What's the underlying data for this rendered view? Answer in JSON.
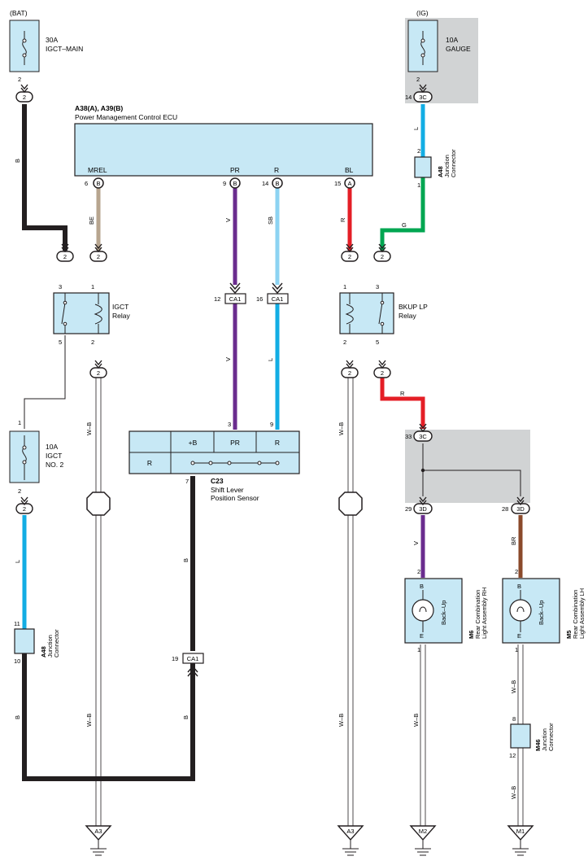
{
  "power": {
    "bat": "(BAT)",
    "ig": "(IG)"
  },
  "fuses": {
    "igct_main": {
      "amp": "30A",
      "name": "IGCT–MAIN",
      "pin_out": "2"
    },
    "gauge": {
      "amp": "10A",
      "name": "GAUGE",
      "pin_out": "2"
    },
    "igct_no2": {
      "amp": "10A",
      "name1": "IGCT",
      "name2": "NO. 2",
      "pin_in": "1",
      "pin_out": "2"
    }
  },
  "ecu": {
    "code": "A38(A), A39(B)",
    "name": "Power Management Control ECU",
    "pins": [
      {
        "label": "MREL",
        "num": "6",
        "conn": "B"
      },
      {
        "label": "PR",
        "num": "9",
        "conn": "B"
      },
      {
        "label": "R",
        "num": "14",
        "conn": "B"
      },
      {
        "label": "BL",
        "num": "15",
        "conn": "A"
      }
    ]
  },
  "wires": {
    "b": "B",
    "be": "BE",
    "v": "V",
    "sb": "SB",
    "r": "R",
    "l": "L",
    "g": "G",
    "wb": "W–B",
    "br": "BR"
  },
  "relays": {
    "igct": {
      "name": "IGCT",
      "sub": "Relay",
      "pins": [
        "3",
        "1",
        "5",
        "2"
      ]
    },
    "bkup": {
      "name": "BKUP LP",
      "sub": "Relay",
      "pins": [
        "1",
        "3",
        "2",
        "5"
      ]
    }
  },
  "connectors": {
    "c2": "2",
    "c3c": "3C",
    "c3d": "3D",
    "ca1": "CA1",
    "ca1_12": "12",
    "ca1_16": "16",
    "ca1_19": "19",
    "j3c_14": "14",
    "j3c_33": "33",
    "j3d_29": "29",
    "j3d_28": "28"
  },
  "junctions": {
    "a48_top": {
      "code": "A48",
      "name1": "Junction",
      "name2": "Connector",
      "pin_top": "2",
      "pin_bot": "1"
    },
    "a48_left": {
      "code": "A48",
      "name1": "Junction",
      "name2": "Connector",
      "pin_top": "11",
      "pin_bot": "10"
    },
    "m46": {
      "code": "M46",
      "name1": "Junction",
      "name2": "Connector",
      "pin_top": "8",
      "pin_bot": "12"
    }
  },
  "sensor": {
    "code": "C23",
    "name1": "Shift Lever",
    "name2": "Position Sensor",
    "headers": [
      "+B",
      "PR",
      "R"
    ],
    "row_label": "R",
    "pin_pr": "3",
    "pin_r": "9",
    "pin_out": "7"
  },
  "lamps": {
    "rh": {
      "code": "M6",
      "name1": "Rear Combination",
      "name2": "Light Assembly RH",
      "label": "Back–Up",
      "b": "B",
      "e": "E",
      "pin_b": "2",
      "pin_e": "1"
    },
    "lh": {
      "code": "M5",
      "name1": "Rear Combination",
      "name2": "Light Assembly LH",
      "label": "Back–Up",
      "b": "B",
      "e": "E",
      "pin_b": "2",
      "pin_e": "1"
    }
  },
  "grounds": [
    "A3",
    "A3",
    "M2",
    "M1"
  ]
}
